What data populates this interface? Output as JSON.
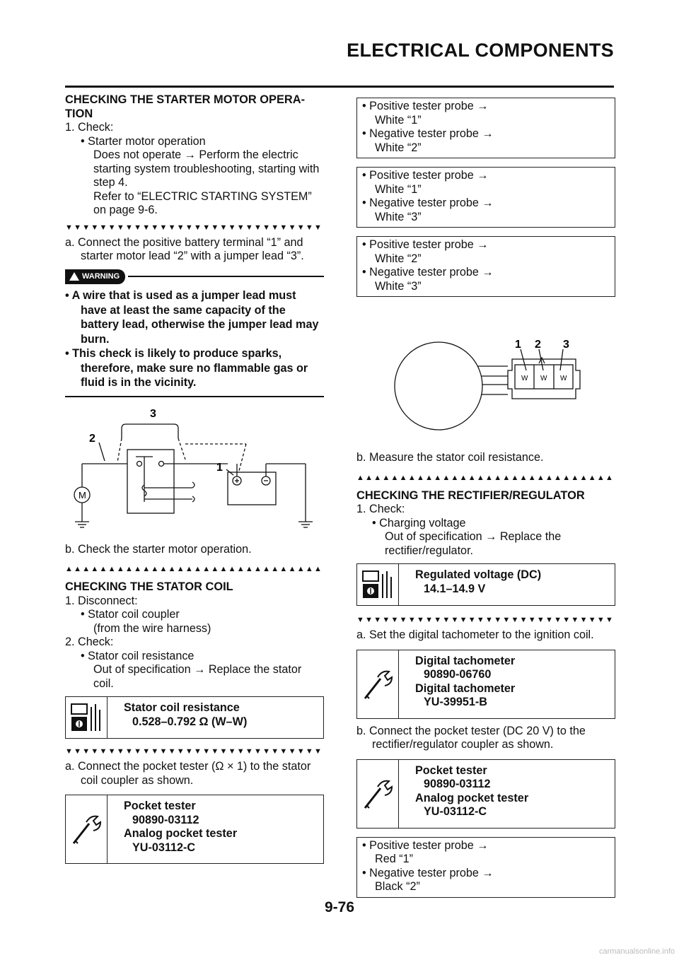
{
  "header": {
    "title": "ELECTRICAL COMPONENTS"
  },
  "page_number": "9-76",
  "left": {
    "heading1": "CHECKING THE STARTER MOTOR OPERA-TION",
    "step1": "1. Check:",
    "bullet1": "• Starter motor operation",
    "bullet1_note_a": "Does not operate → Perform the electric starting system troubleshooting, starting with step 4.",
    "bullet1_note_b": "Refer to “ELECTRIC STARTING SYSTEM” on page 9-6.",
    "step_a": "a. Connect the positive battery terminal “1” and starter motor lead “2” with a jumper lead “3”.",
    "warning_label": "WARNING",
    "warning_1": "• A wire that is used as a jumper lead must have at least the same capacity of the battery lead, otherwise the jumper lead may burn.",
    "warning_2": "• This check is likely to produce sparks, therefore, make sure no flammable gas or fluid is in the vicinity.",
    "diagram_labels": {
      "l1": "1",
      "l2": "2",
      "l3": "3",
      "motor": "M"
    },
    "step_b": "b. Check the starter motor operation.",
    "heading2": "CHECKING THE STATOR COIL",
    "step2_1": "1. Disconnect:",
    "bullet2_1": "• Stator coil coupler",
    "bullet2_1_note": "(from the wire harness)",
    "step2_2": "2. Check:",
    "bullet2_2": "• Stator coil resistance",
    "bullet2_2_note": "Out of specification → Replace the stator coil.",
    "spec_title": "Stator coil resistance",
    "spec_value": "0.528–0.792 Ω (W–W)",
    "step2_a": "a. Connect the pocket tester (Ω × 1) to the stator coil coupler as shown.",
    "tool_1": "Pocket tester",
    "tool_1_no": "90890-03112",
    "tool_2": "Analog pocket tester",
    "tool_2_no": "YU-03112-C"
  },
  "right": {
    "probe_boxes": [
      {
        "pos": "• Positive tester probe →",
        "pos_val": "White “1”",
        "neg": "• Negative tester probe →",
        "neg_val": "White “2”"
      },
      {
        "pos": "• Positive tester probe →",
        "pos_val": "White “1”",
        "neg": "• Negative tester probe →",
        "neg_val": "White “3”"
      },
      {
        "pos": "• Positive tester probe →",
        "pos_val": "White “2”",
        "neg": "• Negative tester probe →",
        "neg_val": "White “3”"
      }
    ],
    "coupler_labels": {
      "l1": "1",
      "l2": "2",
      "l3": "3",
      "pin": "W"
    },
    "step_b": "b. Measure the stator coil resistance.",
    "heading3": "CHECKING THE RECTIFIER/REGULATOR",
    "step3_1": "1. Check:",
    "bullet3_1": "• Charging voltage",
    "bullet3_1_note": "Out of specification → Replace the rectifier/regulator.",
    "spec_title": "Regulated voltage (DC)",
    "spec_value": "14.1–14.9 V",
    "step3_a": "a. Set the digital tachometer to the ignition coil.",
    "tach_1": "Digital tachometer",
    "tach_1_no": "90890-06760",
    "tach_2": "Digital tachometer",
    "tach_2_no": "YU-39951-B",
    "step3_b": "b. Connect the pocket tester (DC 20 V) to the rectifier/regulator coupler as shown.",
    "tool_1": "Pocket tester",
    "tool_1_no": "90890-03112",
    "tool_2": "Analog pocket tester",
    "tool_2_no": "YU-03112-C",
    "probe_final": {
      "pos": "• Positive tester probe →",
      "pos_val": "Red “1”",
      "neg": "• Negative tester probe →",
      "neg_val": "Black “2”"
    }
  },
  "watermark": "carmanualsonline.info"
}
